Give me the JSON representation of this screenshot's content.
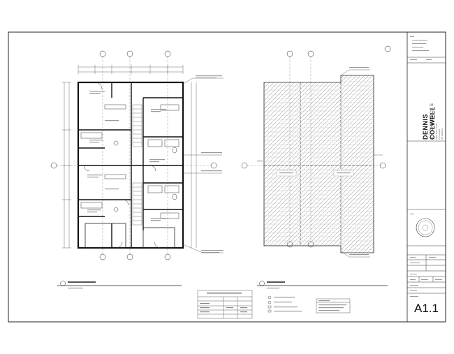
{
  "title_block": {
    "logo_line1": "DENNIS COLWELL",
    "logo_line2": "ARCHITECTS",
    "logo_tagline": "ARCHITECTURE · PLANNING · INTERIORS",
    "sheet_number": "A1.1"
  },
  "colors": {
    "line": "#222222",
    "hatch": "#9a9a9a",
    "paper": "#ffffff"
  }
}
